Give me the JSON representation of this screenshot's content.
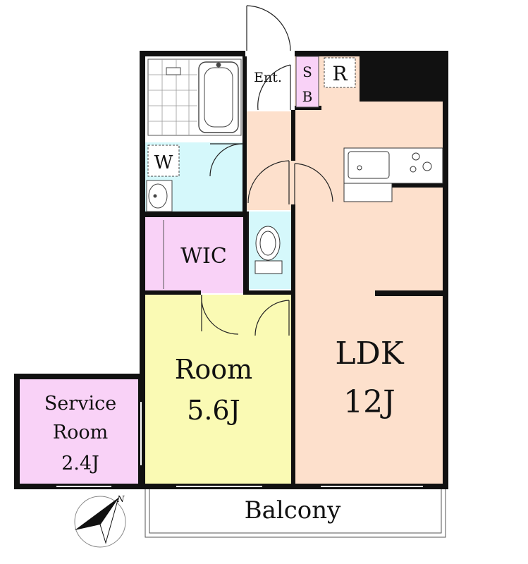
{
  "rooms": {
    "entrance": "Ent.",
    "shoe_box": [
      "S",
      "B"
    ],
    "refrigerator": "R",
    "washer": "W",
    "wic": "WIC",
    "room": {
      "name": "Room",
      "size": "5.6J"
    },
    "ldk": {
      "name": "LDK",
      "size": "12J"
    },
    "service_room": {
      "name_line1": "Service",
      "name_line2": "Room",
      "size": "2.4J"
    },
    "balcony": "Balcony"
  },
  "colors": {
    "wall": "#111111",
    "ldk_floor": "#fde0cc",
    "room_floor": "#fafab4",
    "wic_floor": "#f9d2f7",
    "wet_area": "#d5f8fb",
    "entrance_floor": "#fde0cc",
    "shoe_box": "#f9d2f7"
  },
  "compass": {
    "label": "N"
  }
}
